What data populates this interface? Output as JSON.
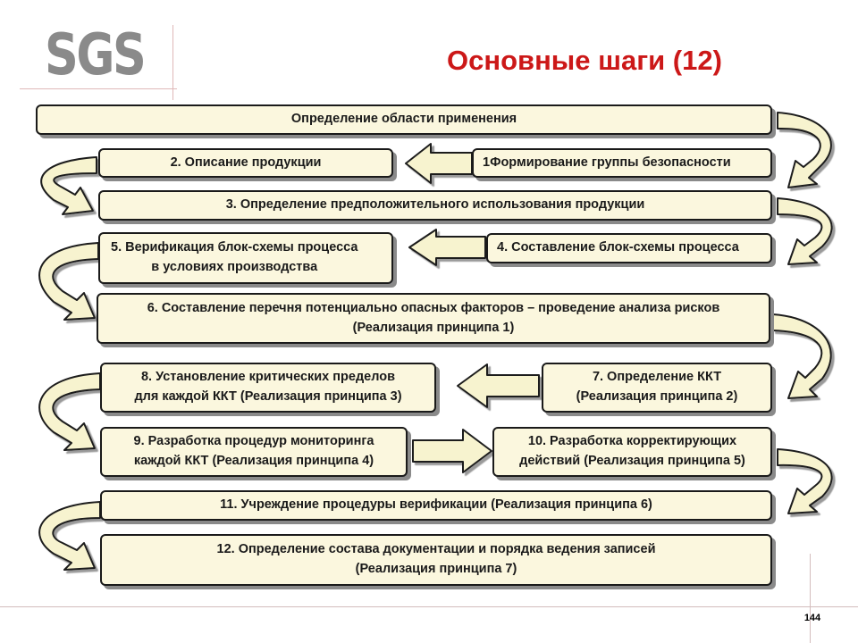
{
  "logo": {
    "text": "SGS"
  },
  "title": "Основные шаги (12)",
  "page_number": "144",
  "colors": {
    "box_fill": "#fbf7de",
    "box_border": "#1a1a1a",
    "title": "#cc1818",
    "logo": "#8a8a8a"
  },
  "steps": {
    "scope": "Определение области применения",
    "s1": "1Формирование группы безопасности",
    "s2": "2. Описание продукции",
    "s3": "3. Определение предположительного использования продукции",
    "s4": "4. Составление блок-схемы процесса",
    "s5": "5. Верификация блок-схемы процесса\nв условиях производства",
    "s6": "6. Составление перечня потенциально опасных факторов – проведение анализа рисков\n(Реализация принципа 1)",
    "s7": "7. Определение ККТ\n(Реализация принципа 2)",
    "s8": "8. Установление критических пределов\nдля каждой ККТ (Реализация принципа 3)",
    "s9": "9. Разработка процедур мониторинга\nкаждой ККТ (Реализация принципа 4)",
    "s10": "10. Разработка корректирующих\nдействий (Реализация принципа 5)",
    "s11": "11. Учреждение процедуры верификации (Реализация принципа 6)",
    "s12": "12. Определение состава документации и порядка ведения записей\n(Реализация принципа 7)"
  }
}
